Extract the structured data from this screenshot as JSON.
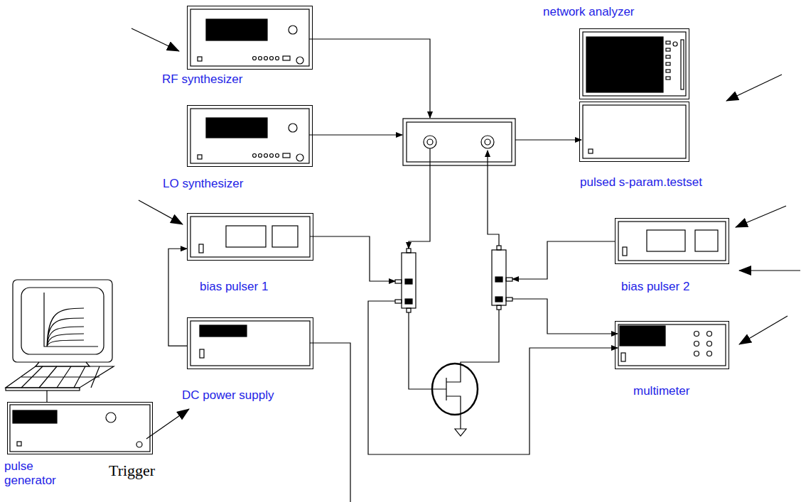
{
  "diagram": {
    "nodes": [
      {
        "text": [
          "RF synthesizer"
        ]
      },
      {
        "text": [
          "LO synthesizer"
        ]
      },
      {
        "text": [
          "network analyzer"
        ]
      },
      {
        "text": [
          "pulsed s-param.testset"
        ]
      },
      {
        "text": [
          "bias pulser 1"
        ]
      },
      {
        "text": [
          "DC power supply"
        ]
      },
      {
        "text": [
          "bias pulser 2"
        ]
      },
      {
        "text": [
          "multimeter"
        ]
      },
      {
        "text": [
          "pulse generator"
        ]
      }
    ],
    "edges": [
      {
        "from": 5,
        "to": 4,
        "arrow": "to"
      }
    ],
    "labels": [
      "Trigger"
    ]
  }
}
